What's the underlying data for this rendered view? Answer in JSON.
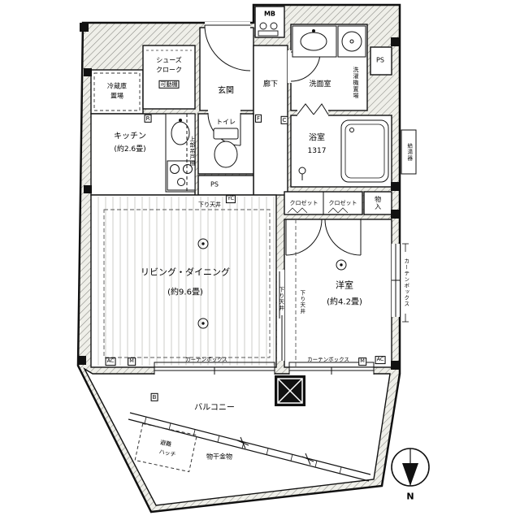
{
  "meta": {
    "type": "apartment-floor-plan"
  },
  "rooms": {
    "living": {
      "name": "リビング・ダイニング",
      "size": "(約9.6畳)"
    },
    "western": {
      "name": "洋室",
      "size": "(約4.2畳)"
    },
    "kitchen": {
      "name": "キッチン",
      "size": "(約2.6畳)"
    },
    "entrance": {
      "name": "玄関"
    },
    "hallway": {
      "name": "廊下"
    },
    "toilet": {
      "name": "トイレ"
    },
    "bathroom": {
      "name": "浴室",
      "size": "1317"
    },
    "washroom": {
      "name": "洗面室"
    },
    "balcony": {
      "name": "バルコニー"
    },
    "closet_left": {
      "name": "クロゼット"
    },
    "closet_right": {
      "name": "クロゼット"
    },
    "storage": {
      "name": "物入"
    },
    "shoe_closet": {
      "line1": "シューズ",
      "line2": "クローク"
    },
    "fridge_space": {
      "line1": "冷蔵庫",
      "line2": "置場"
    },
    "laundry_space": {
      "name": "洗濯機置場"
    }
  },
  "labels": {
    "mb": "MB",
    "ps_top": "PS",
    "ps_mid": "PS",
    "movable_shelf": "可動棚",
    "upper_cabinet": "上部吊戸棚",
    "water_heater": "給湯器",
    "lowered_ceiling_1": "下り天井",
    "lowered_ceiling_2": "下り天井",
    "lowered_ceiling_3": "下り天井",
    "curtain_box_living": "カーテンボックス",
    "curtain_box_western": "カーテンボックス",
    "curtain_box_side": "カーテンボックス",
    "laundry_hardware": "物干金物",
    "escape_hatch_line1": "避難",
    "escape_hatch_line2": "ハッチ",
    "north": "N",
    "r": "R",
    "f": "F",
    "c": "C",
    "b": "B",
    "yc": "YC",
    "ac_living": "AC",
    "ac_western": "AC",
    "m_left": "M",
    "m_right": "M"
  }
}
